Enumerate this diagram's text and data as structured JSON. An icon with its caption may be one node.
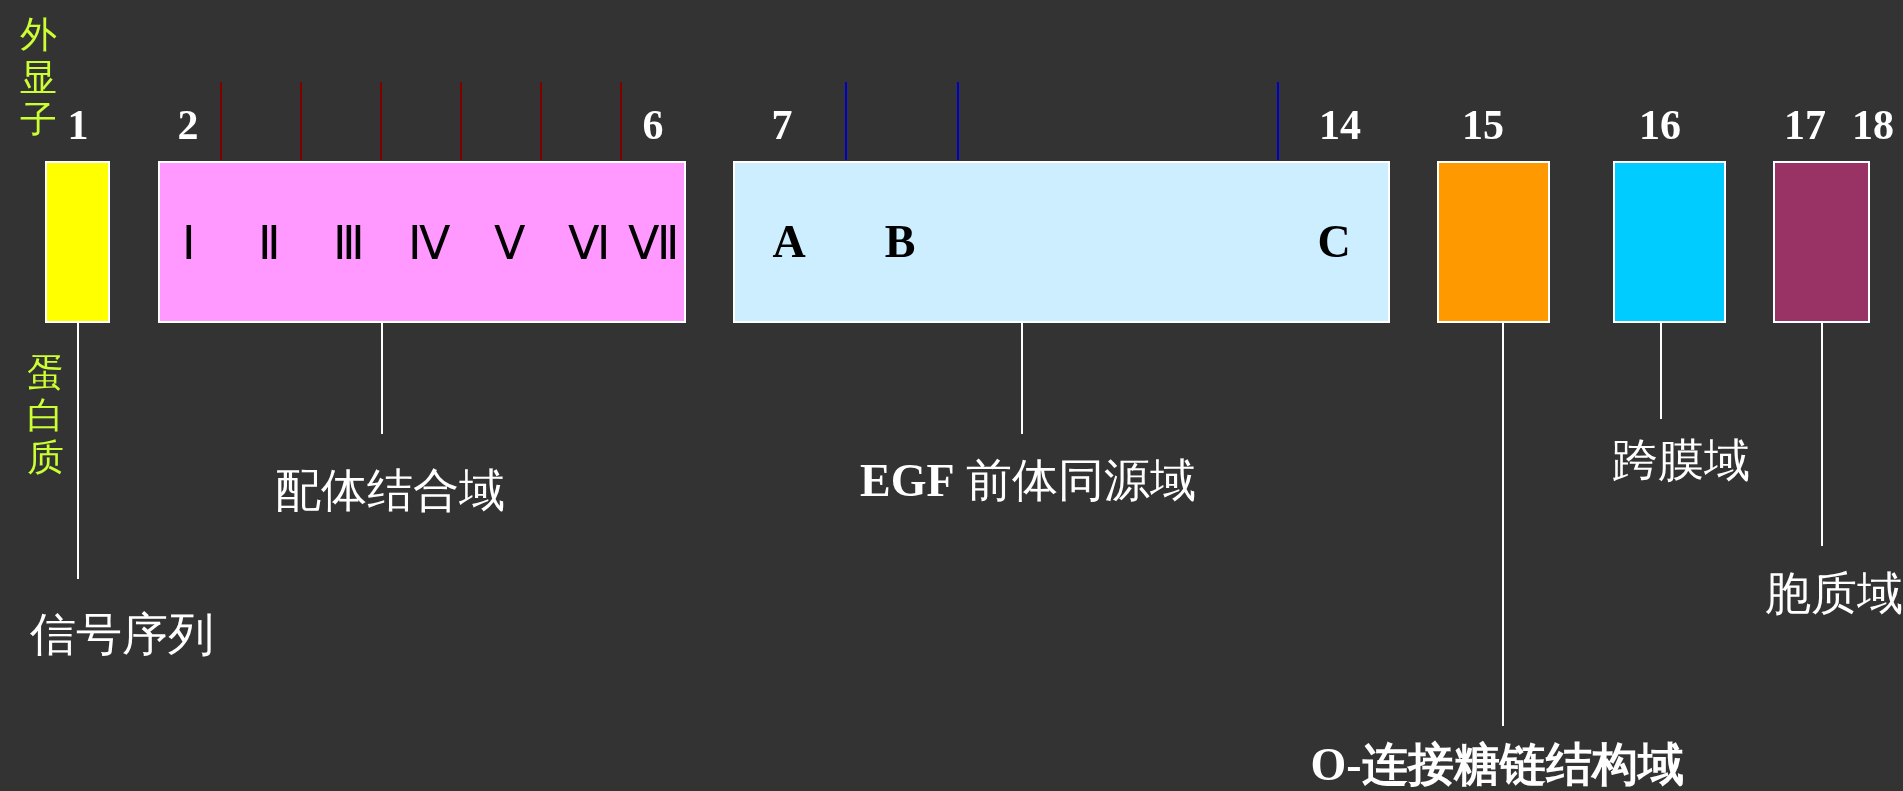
{
  "diagram": {
    "nodes": [
      {
        "text": [],
        "shape": "box"
      },
      {
        "text": [
          "Ⅰ",
          "Ⅱ",
          "Ⅲ",
          "Ⅳ",
          "Ⅴ",
          "Ⅵ",
          "Ⅶ"
        ]
      },
      {
        "text": [
          "A",
          "B",
          "C"
        ]
      },
      {
        "text": [],
        "shape": "box"
      },
      {
        "text": [],
        "shape": "box"
      },
      {
        "text": [],
        "shape": "box"
      },
      {
        "text": [
          "信号序列"
        ]
      },
      {
        "text": [
          "配体结合域"
        ]
      },
      {
        "text": [
          "**EGF** 前体同源域"
        ]
      },
      {
        "text": [
          "O-连接糖链结构域"
        ]
      },
      {
        "text": [
          "跨膜域"
        ]
      },
      {
        "text": [
          "胞质域"
        ]
      }
    ],
    "edges": [
      {
        "from": 0,
        "to": 6,
        "arrow": "none"
      },
      {
        "from": 1,
        "to": 7,
        "arrow": "none"
      },
      {
        "from": 2,
        "to": 8,
        "arrow": "none"
      },
      {
        "from": 3,
        "to": 9,
        "arrow": "none"
      },
      {
        "from": 4,
        "to": 10,
        "arrow": "none"
      },
      {
        "from": 5,
        "to": 11,
        "arrow": "none"
      }
    ],
    "labels": [
      "外显子",
      "1",
      "2",
      "6",
      "7",
      "14",
      "15",
      "16",
      "17",
      "18",
      "蛋白质"
    ]
  }
}
